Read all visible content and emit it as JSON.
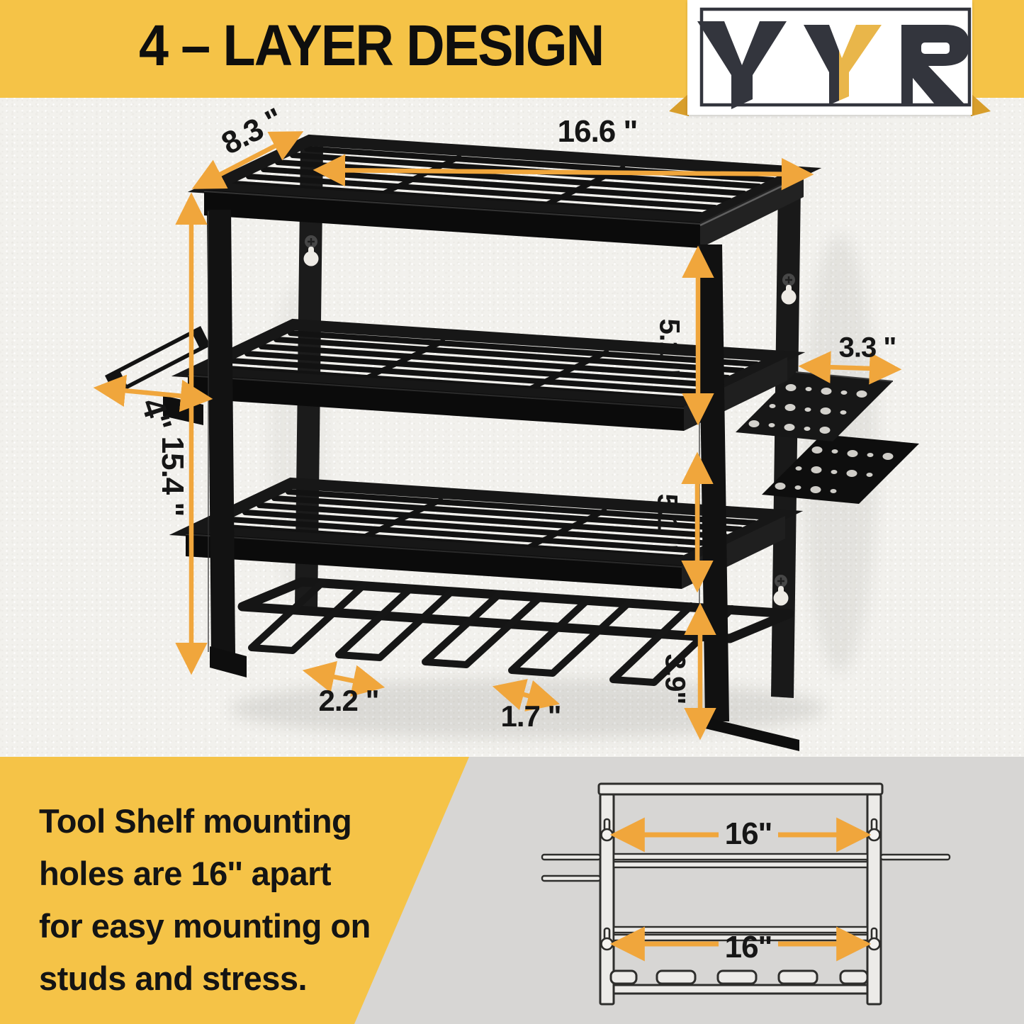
{
  "banner": {
    "title": "4 – LAYER DESIGN"
  },
  "logo": {
    "text": "YYR"
  },
  "dims": {
    "depth": "8.3 \"",
    "width": "16.6 \"",
    "gap_top": "5.1 \"",
    "side_plate": "3.3 \"",
    "bracket": "4\"",
    "height": "15.4 \"",
    "gap_mid": "5.1 \"",
    "hook_gap_a": "2.2 \"",
    "hook_gap_b": "1.7 \"",
    "gap_bottom": "3.9\""
  },
  "diagram": {
    "mount_top": "16\"",
    "mount_bottom": "16\""
  },
  "caption": {
    "lines": [
      "Tool Shelf mounting",
      "holes are 16'' apart",
      "for easy mounting on",
      "studs and stress."
    ]
  },
  "colors": {
    "banner_yellow": "#F5C347",
    "arrow_orange": "#F0A63C",
    "panel_gray": "#D7D6D4",
    "logo_dark": "#33353D",
    "logo_yellow": "#E9B64A",
    "metal_black": "#141414",
    "wall": "#F2F1ED"
  }
}
